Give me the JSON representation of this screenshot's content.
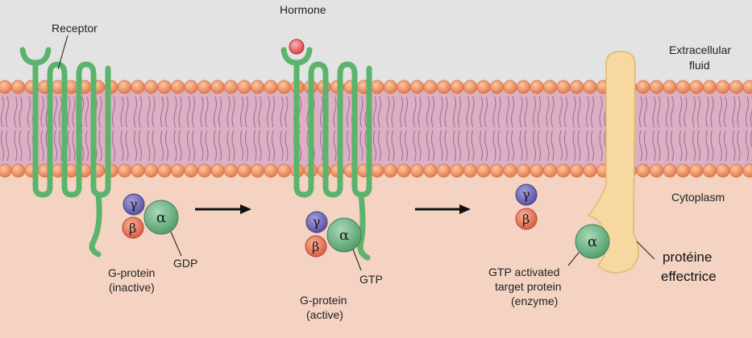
{
  "labels": {
    "receptor": "Receptor",
    "hormone": "Hormone",
    "extracellular_line1": "Extracellular",
    "extracellular_line2": "fluid",
    "cytoplasm": "Cytoplasm",
    "gprotein_inactive_line1": "G-protein",
    "gprotein_inactive_line2": "(inactive)",
    "gdp": "GDP",
    "gprotein_active_line1": "G-protein",
    "gprotein_active_line2": "(active)",
    "gtp": "GTP",
    "target_line1": "GTP activated",
    "target_line2": "target protein",
    "target_line3": "(enzyme)",
    "effector_line1": "protéine",
    "effector_line2": "effectrice"
  },
  "subunits": {
    "alpha": "α",
    "beta": "β",
    "gamma": "γ"
  },
  "colors": {
    "background_top": "#e3e3e3",
    "cytoplasm": "#f4d3c3",
    "membrane_core": "#dcb0c2",
    "phospholipid_head": "#ee8a5c",
    "receptor": "#5cb46c",
    "hormone": "#e8505a",
    "alpha": "#66b07e",
    "beta": "#e56c4e",
    "gamma": "#6a62ae",
    "effector": "#f6d8a0"
  }
}
